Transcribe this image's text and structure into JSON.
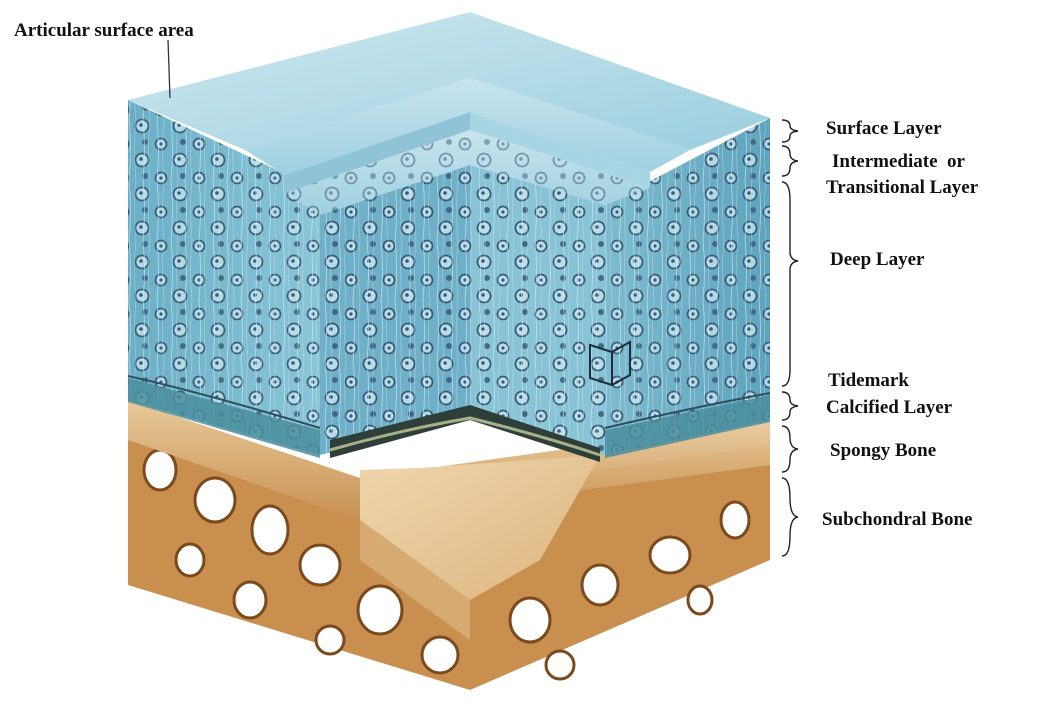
{
  "diagram": {
    "callout": {
      "text": "Articular surface area"
    },
    "layers": [
      {
        "id": "surface",
        "lines": [
          "Surface Layer"
        ]
      },
      {
        "id": "intermediate",
        "lines": [
          "Intermediate  or",
          "Transitional Layer"
        ]
      },
      {
        "id": "deep",
        "lines": [
          "Deep Layer"
        ]
      },
      {
        "id": "tidemark",
        "lines": [
          "Tidemark"
        ]
      },
      {
        "id": "calcified",
        "lines": [
          "Calcified Layer"
        ]
      },
      {
        "id": "spongy",
        "lines": [
          "Spongy Bone"
        ]
      },
      {
        "id": "subchondral",
        "lines": [
          "Subchondral Bone"
        ]
      }
    ],
    "colors": {
      "cartilage_light": "#bfe0ea",
      "cartilage": "#7fbcd0",
      "cartilage_dark": "#4f93ad",
      "cell": "#2f4f6a",
      "calcified": "#3d7f8e",
      "bone_surface": "#e9c898",
      "bone": "#d9a766",
      "bone_dark": "#7a4a1c",
      "brace": "#222222"
    }
  }
}
